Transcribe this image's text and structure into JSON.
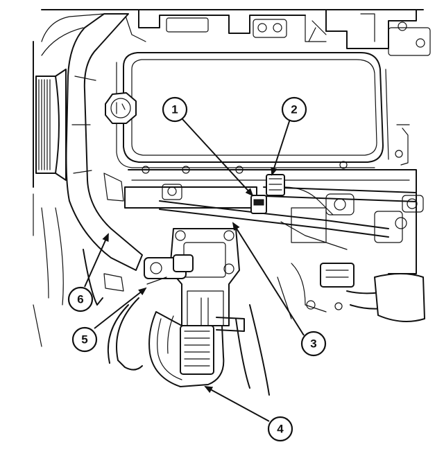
{
  "callouts": [
    {
      "id": "callout-1",
      "label": "1"
    },
    {
      "id": "callout-2",
      "label": "2"
    },
    {
      "id": "callout-3",
      "label": "3"
    },
    {
      "id": "callout-4",
      "label": "4"
    },
    {
      "id": "callout-5",
      "label": "5"
    },
    {
      "id": "callout-6",
      "label": "6"
    }
  ]
}
